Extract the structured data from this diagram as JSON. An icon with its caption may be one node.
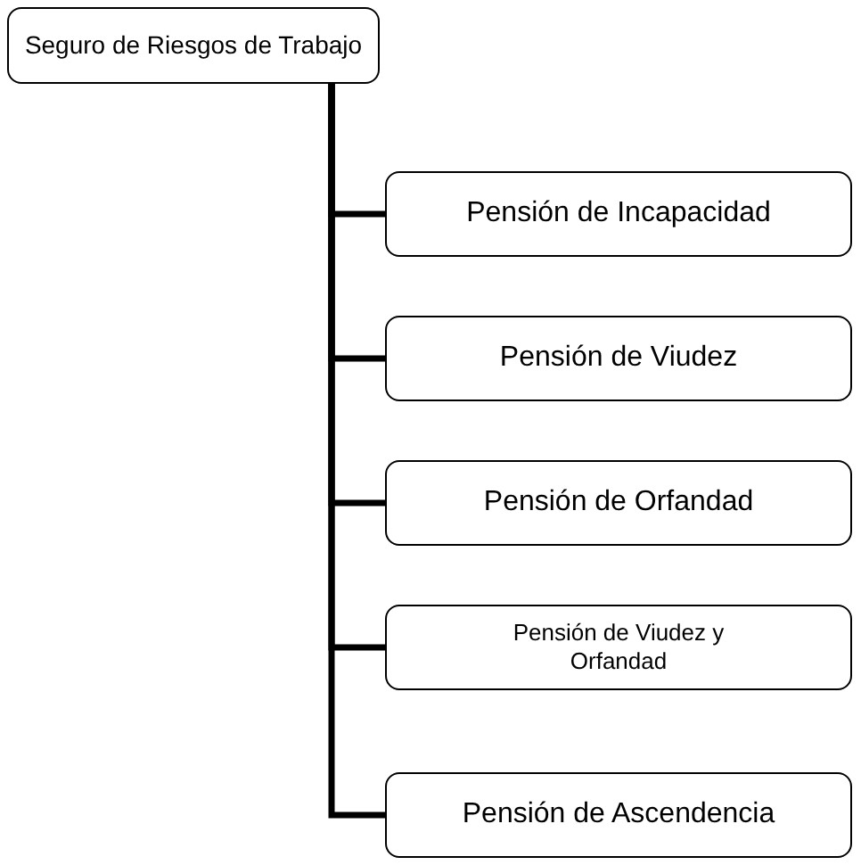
{
  "diagram": {
    "nodes": [
      {
        "text": [
          "Seguro de Riesgos de Trabajo"
        ]
      },
      {
        "text": [
          "Pensión de Incapacidad"
        ]
      },
      {
        "text": [
          "Pensión de Viudez"
        ]
      },
      {
        "text": [
          "Pensión de Orfandad"
        ]
      },
      {
        "text": [
          "Pensión de Viudez y Orfandad"
        ]
      },
      {
        "text": [
          "Pensión de Ascendencia"
        ]
      }
    ],
    "edges": [
      {
        "from": 0,
        "to": 1,
        "arrow": "none"
      },
      {
        "from": 0,
        "to": 2,
        "arrow": "none"
      },
      {
        "from": 0,
        "to": 3,
        "arrow": "none"
      },
      {
        "from": 0,
        "to": 4,
        "arrow": "none"
      },
      {
        "from": 0,
        "to": 5,
        "arrow": "none"
      }
    ]
  }
}
